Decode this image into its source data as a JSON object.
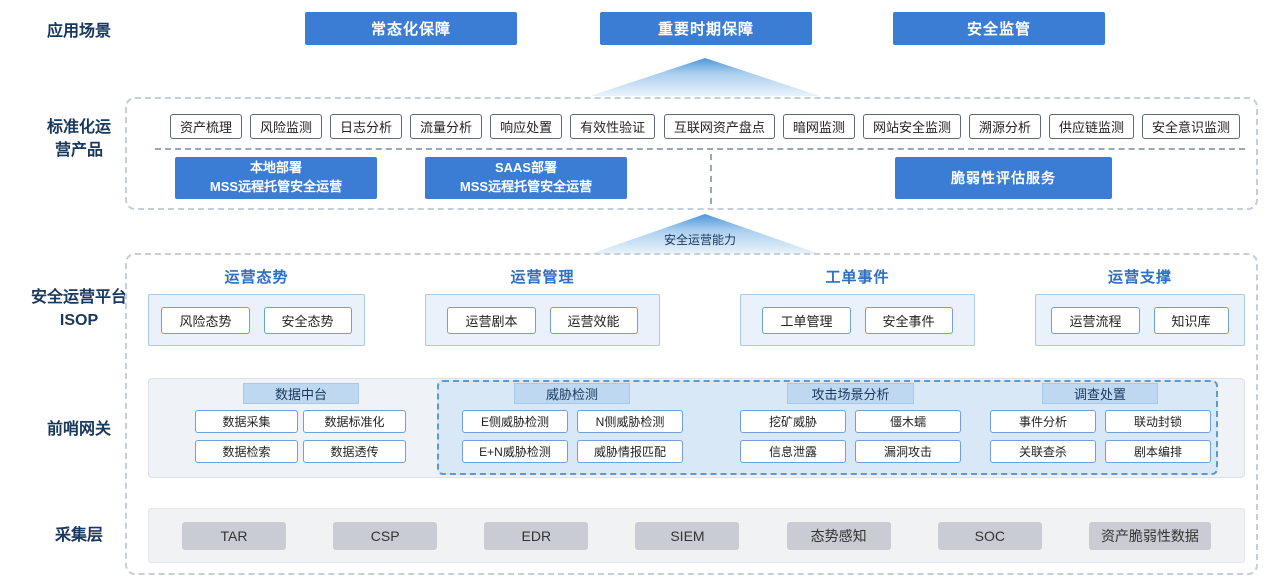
{
  "colors": {
    "primary_blue": "#3B7CD5",
    "section_title_blue": "#2D6FC2",
    "label_navy": "#17375E",
    "light_blue_panel": "#E9F2FB",
    "header_tab_blue": "#BFD8F2",
    "dashed_blue": "#5B9BD5",
    "gray_button": "#C9CDD3"
  },
  "app": {
    "label": "应用场景",
    "buttons": [
      "常态化保障",
      "重要时期保障",
      "安全监管"
    ]
  },
  "products": {
    "label": "标准化运\n营产品",
    "small_left": [
      "资产梳理",
      "风险监测",
      "日志分析",
      "流量分析",
      "响应处置",
      "有效性验证"
    ],
    "small_right": [
      "互联网资产盘点",
      "暗网监测",
      "网站安全监测",
      "溯源分析",
      "供应链监测",
      "安全意识监测"
    ],
    "deploy": [
      {
        "line1": "本地部署",
        "line2": "MSS远程托管安全运营"
      },
      {
        "line1": "SAAS部署",
        "line2": "MSS远程托管安全运营"
      }
    ],
    "vuln_service": "脆弱性评估服务"
  },
  "arrow": {
    "label": "安全运营能力"
  },
  "isop": {
    "label": "安全运营平台\nISOP",
    "groups": [
      {
        "title": "运营态势",
        "items": [
          "风险态势",
          "安全态势"
        ]
      },
      {
        "title": "运营管理",
        "items": [
          "运营剧本",
          "运营效能"
        ]
      },
      {
        "title": "工单事件",
        "items": [
          "工单管理",
          "安全事件"
        ]
      },
      {
        "title": "运营支撑",
        "items": [
          "运营流程",
          "知识库"
        ]
      }
    ]
  },
  "gateway": {
    "label": "前哨网关",
    "sections": [
      {
        "title": "数据中台",
        "items": [
          "数据采集",
          "数据标准化",
          "数据检索",
          "数据透传"
        ]
      },
      {
        "title": "威胁检测",
        "items": [
          "E侧威胁检测",
          "N侧威胁检测",
          "E+N威胁检测",
          "威胁情报匹配"
        ]
      },
      {
        "title": "攻击场景分析",
        "items": [
          "挖矿威胁",
          "僵木蠕",
          "信息泄露",
          "漏洞攻击"
        ]
      },
      {
        "title": "调查处置",
        "items": [
          "事件分析",
          "联动封锁",
          "关联查杀",
          "剧本编排"
        ]
      }
    ]
  },
  "collection": {
    "label": "采集层",
    "items": [
      "TAR",
      "CSP",
      "EDR",
      "SIEM",
      "态势感知",
      "SOC",
      "资产脆弱性数据"
    ]
  }
}
